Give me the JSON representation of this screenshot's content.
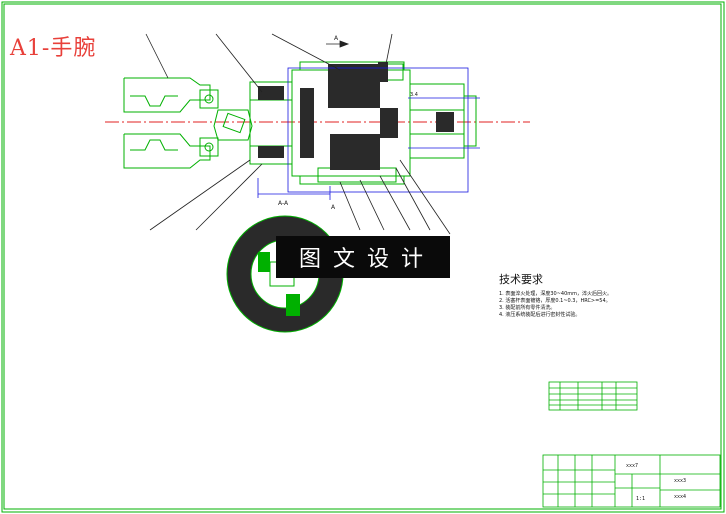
{
  "title": "A1-手腕",
  "watermark": "图文设计",
  "section_label": "A-A",
  "view_marks": {
    "top": "A",
    "bottom": "A",
    "side_left": "3.4"
  },
  "tech_requirements": {
    "heading": "技术要求",
    "items": [
      "1. 表面淬火处理，深度30~40mm，淬火后回火。",
      "2. 活塞杆表面镀铬，厚度0.1~0.3，HRC>=54。",
      "3. 装配前所有零件清洗。",
      "4. 液压系统装配后进行密封性试验。"
    ]
  },
  "title_block": {
    "drawing_name": "xxx7",
    "drawing_no": "xxx3",
    "company": "xxx4",
    "scale_label": "1:1"
  },
  "colors": {
    "frame": "#00b000",
    "part": "#00b000",
    "centerline": "#e02020",
    "leader": "#222222",
    "detail": "#1818e0",
    "title": "#e8403a"
  }
}
